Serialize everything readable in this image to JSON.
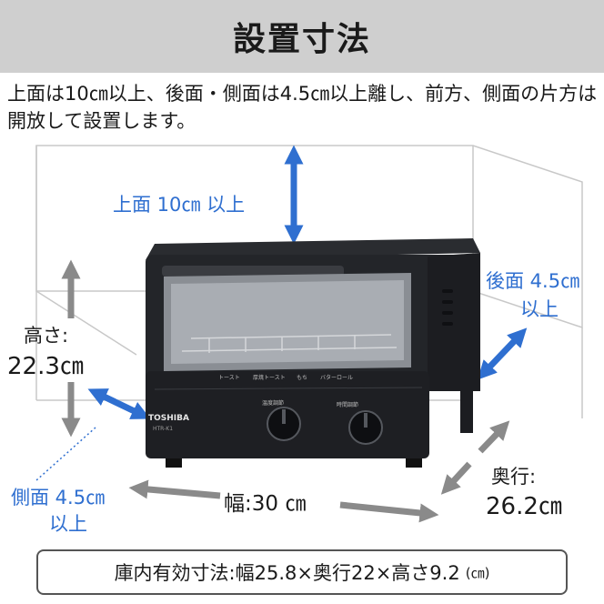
{
  "title": "設置寸法",
  "description": "上面は10㎝以上、後面・側面は4.5㎝以上離し、前方、側面の片方は開放して設置します。",
  "clearances": {
    "top": "上面 10㎝  以上",
    "back_line1": "後面 4.5㎝",
    "back_line2": "以上",
    "side_line1": "側面 4.5㎝",
    "side_line2": "以上"
  },
  "dimensions": {
    "height_label": "高さ:",
    "height_value": "22.3㎝",
    "width": "幅:30 ㎝",
    "depth_label": "奥行:",
    "depth_value": "26.2㎝"
  },
  "product": {
    "brand": "TOSHIBA",
    "model": "HTR-K1",
    "menu": [
      "トースト",
      "厚焼トースト",
      "もち",
      "バターロール"
    ],
    "dial_labels": [
      "温度調節",
      "時間調節"
    ]
  },
  "interior_spec": {
    "text": "庫内有効寸法:幅25.8×奥行22×高さ9.2",
    "unit": "(㎝)"
  },
  "colors": {
    "accent_blue": "#2f6fd0",
    "arrow_gray": "#8a8a8a",
    "title_bg": "#cfcfcf"
  }
}
